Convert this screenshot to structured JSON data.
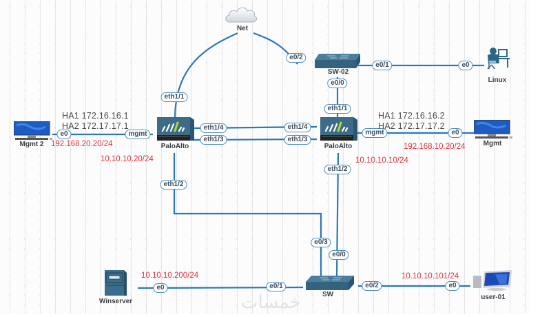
{
  "topology": {
    "nodes": {
      "net": {
        "label": "Net",
        "icon": "cloud-icon"
      },
      "sw02": {
        "label": "SW-02",
        "icon": "switch-icon"
      },
      "linux": {
        "label": "Linux",
        "icon": "linux-user-icon"
      },
      "paloalto_left": {
        "label": "PaloAlto",
        "icon": "firewall-icon"
      },
      "paloalto_right": {
        "label": "PaloAlto",
        "icon": "firewall-icon"
      },
      "mgmt2": {
        "label": "Mgmt 2",
        "icon": "monitor-icon"
      },
      "mgmt": {
        "label": "Mgmt",
        "icon": "monitor-icon"
      },
      "sw": {
        "label": "SW",
        "icon": "switch-icon"
      },
      "winserver": {
        "label": "Winserver",
        "icon": "server-icon"
      },
      "user01": {
        "label": "user-01",
        "icon": "desktop-pc-icon"
      }
    },
    "ports": {
      "pa_left_eth1_1": "eth1/1",
      "net_e0_2": "e0/2",
      "sw02_e0_1": "e0/1",
      "linux_e0": "e0",
      "sw02_e0_0": "e0/0",
      "pa_right_eth1_1": "eth1/1",
      "mgmt2_e0": "e0",
      "pa_left_mgmt": "mgmt",
      "pa_left_eth1_4": "eth1/4",
      "pa_right_eth1_4": "eth1/4",
      "pa_left_eth1_3": "eth1/3",
      "pa_right_eth1_3": "eth1/3",
      "pa_right_mgmt": "mgmt",
      "mgmt_e0": "e0",
      "pa_right_eth1_2": "eth1/2",
      "pa_left_eth1_2": "eth1/2",
      "sw_e0_3": "e0/3",
      "sw_e0_0": "e0/0",
      "winserver_e0": "e0",
      "sw_e0_1": "e0/1",
      "sw_e0_2": "e0/2",
      "user01_e0": "e0"
    },
    "annotations": {
      "ha_left_1": "HA1 172.16.16.1",
      "ha_left_2": "HA2 172.17.17.1",
      "ha_right_1": "HA1 172.16.16.2",
      "ha_right_2": "HA2 172.17.17.2",
      "ip_mgmt2": "192.168.20.20/24",
      "ip_mgmt": "192.168.10.20/24",
      "ip_pa_left": "10.10.10.20/24",
      "ip_pa_right": "10.10.10.10/24",
      "ip_winserver": "10.10.10.200/24",
      "ip_user01": "10.10.10.101/24"
    },
    "links": [
      {
        "from": "Net",
        "to": "PaloAlto (left)",
        "ports": [
          "",
          "eth1/1"
        ]
      },
      {
        "from": "Net",
        "to": "SW-02",
        "ports": [
          "",
          "e0/2"
        ]
      },
      {
        "from": "SW-02",
        "to": "Linux",
        "ports": [
          "e0/1",
          "e0"
        ]
      },
      {
        "from": "SW-02",
        "to": "PaloAlto (right)",
        "ports": [
          "e0/0",
          "eth1/1"
        ]
      },
      {
        "from": "Mgmt 2",
        "to": "PaloAlto (left)",
        "ports": [
          "e0",
          "mgmt"
        ]
      },
      {
        "from": "PaloAlto (left)",
        "to": "PaloAlto (right)",
        "ports": [
          "eth1/4",
          "eth1/4"
        ]
      },
      {
        "from": "PaloAlto (left)",
        "to": "PaloAlto (right)",
        "ports": [
          "eth1/3",
          "eth1/3"
        ]
      },
      {
        "from": "PaloAlto (right)",
        "to": "Mgmt",
        "ports": [
          "mgmt",
          "e0"
        ]
      },
      {
        "from": "PaloAlto (left)",
        "to": "SW",
        "ports": [
          "eth1/2",
          "e0/3"
        ]
      },
      {
        "from": "PaloAlto (right)",
        "to": "SW",
        "ports": [
          "eth1/2",
          "e0/0"
        ]
      },
      {
        "from": "Winserver",
        "to": "SW",
        "ports": [
          "e0",
          "e0/1"
        ]
      },
      {
        "from": "SW",
        "to": "user-01",
        "ports": [
          "e0/2",
          "e0"
        ]
      }
    ],
    "watermark": "خمسات"
  },
  "colors": {
    "link": "#2a78b8",
    "device": "#3a6d8c",
    "ip_text": "#e4333f"
  }
}
